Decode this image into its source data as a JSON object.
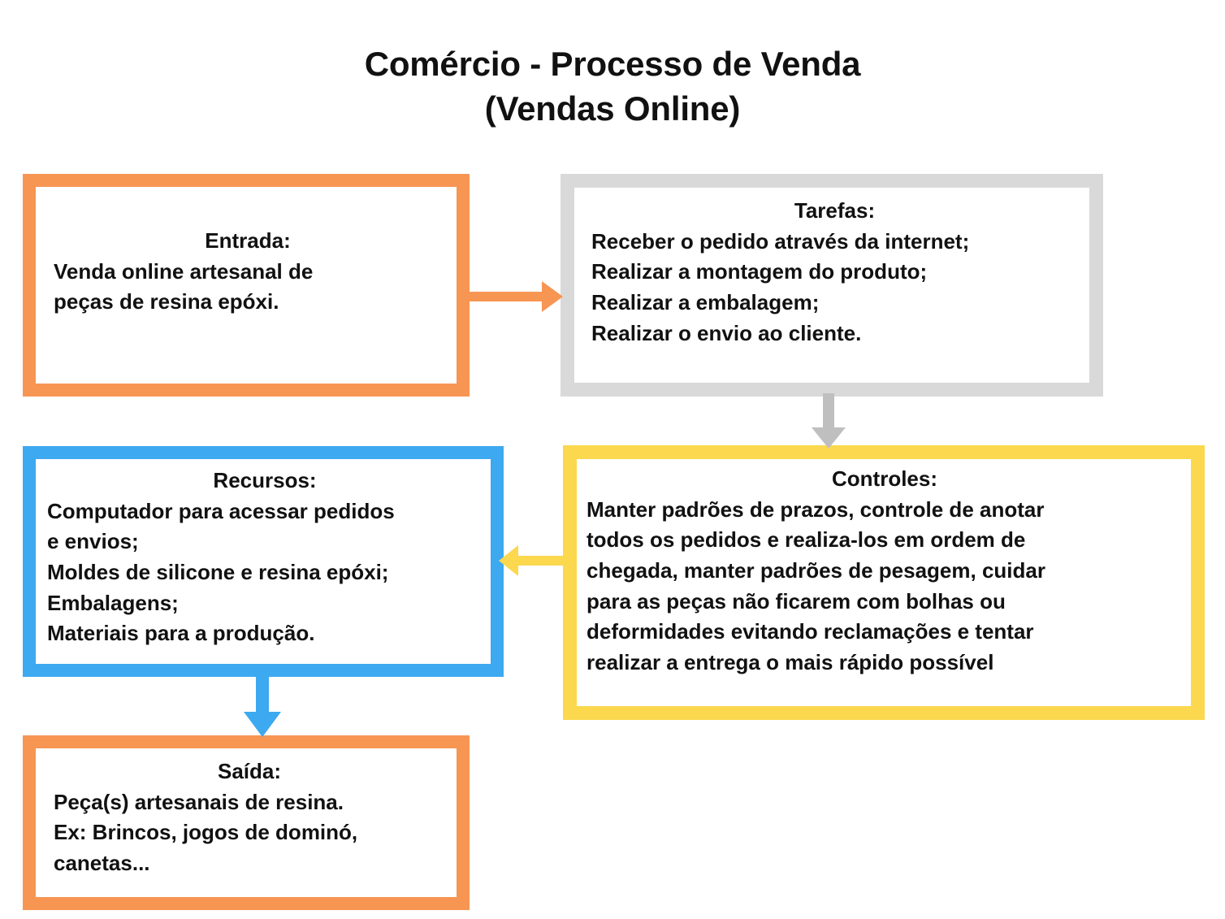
{
  "title": {
    "line1": "Comércio - Processo de Venda",
    "line2": "(Vendas Online)"
  },
  "colors": {
    "orange": "#F79553",
    "gray": "#D9D9D9",
    "blue": "#3DA9F0",
    "yellow": "#FBD84D",
    "text": "#111111",
    "background": "#FFFFFF"
  },
  "boxes": {
    "entrada": {
      "heading": "Entrada:",
      "lines": [
        "Venda online artesanal de",
        "peças de resina epóxi."
      ],
      "border_color": "#F79553"
    },
    "tarefas": {
      "heading": "Tarefas:",
      "lines": [
        "Receber o pedido através da internet;",
        "Realizar a montagem do produto;",
        "Realizar a embalagem;",
        "Realizar o envio ao cliente."
      ],
      "border_color": "#D9D9D9"
    },
    "recursos": {
      "heading": "Recursos:",
      "lines": [
        "Computador para acessar pedidos",
        "e envios;",
        "Moldes de silicone e resina epóxi;",
        "Embalagens;",
        "Materiais para a produção."
      ],
      "border_color": "#3DA9F0"
    },
    "controles": {
      "heading": "Controles:",
      "lines": [
        "Manter padrões de prazos, controle de anotar",
        "todos os pedidos e realiza-los em ordem de",
        "chegada, manter padrões de pesagem, cuidar",
        "para as peças não ficarem com bolhas ou",
        "deformidades evitando reclamações e tentar",
        "realizar a entrega o mais rápido possível"
      ],
      "border_color": "#FBD84D"
    },
    "saida": {
      "heading": "Saída:",
      "lines": [
        "Peça(s) artesanais de resina.",
        "Ex: Brincos, jogos de dominó,",
        "canetas..."
      ],
      "border_color": "#F79553"
    }
  },
  "arrows": [
    {
      "name": "entrada-to-tarefas",
      "direction": "right",
      "color": "#F79553"
    },
    {
      "name": "tarefas-to-controles",
      "direction": "down",
      "color": "#BFBFBF"
    },
    {
      "name": "controles-to-recursos",
      "direction": "left",
      "color": "#FBD84D"
    },
    {
      "name": "recursos-to-saida",
      "direction": "down",
      "color": "#3DA9F0"
    }
  ]
}
